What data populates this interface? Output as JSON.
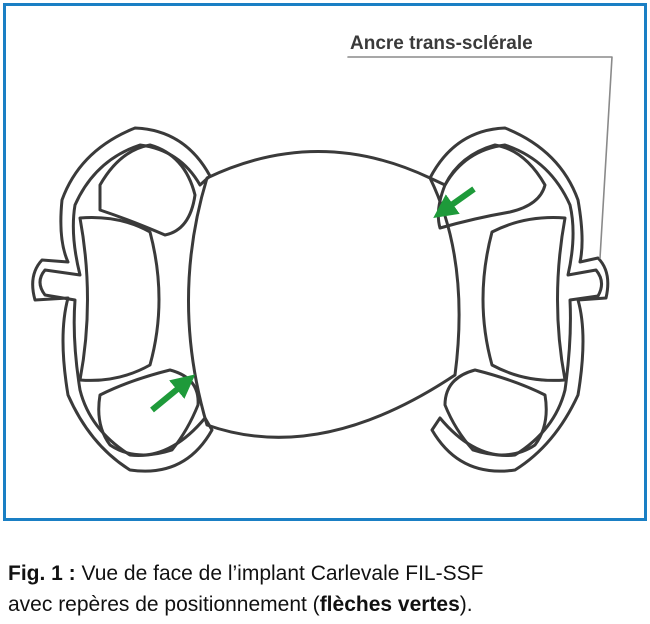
{
  "figure": {
    "annotation_label": "Ancre trans-sclérale",
    "frame_color": "#1a7fc4",
    "arrow_color": "#1e9a3a",
    "outline_color": "#3a3a3a"
  },
  "caption": {
    "prefix": "Fig. 1 :",
    "text_line1": " Vue de face de l’implant Carlevale FIL-SSF",
    "text_line2": "avec repères de positionnement (",
    "emphasis": "flèches vertes",
    "suffix": ")."
  }
}
